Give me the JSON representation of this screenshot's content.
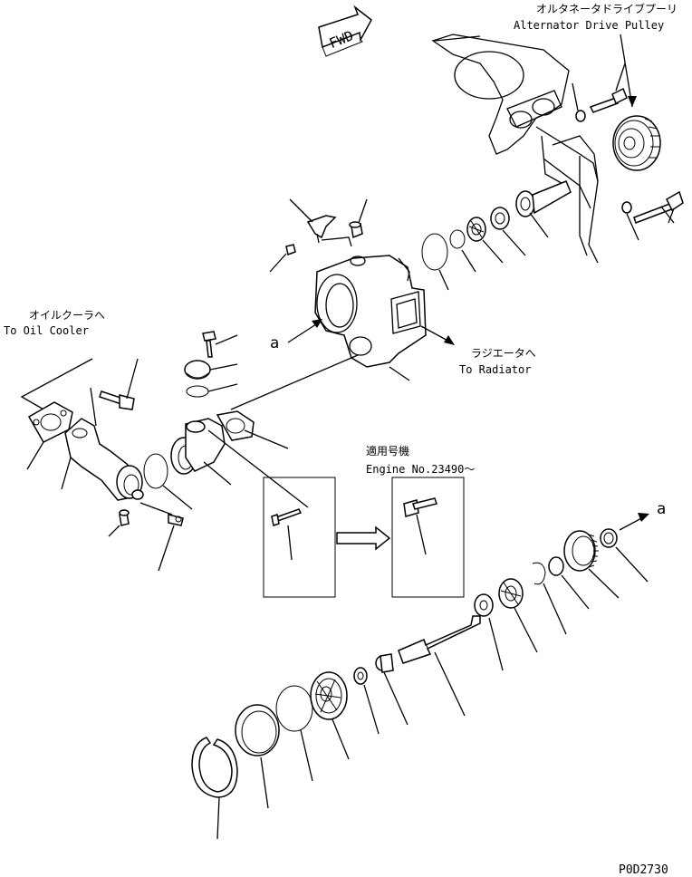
{
  "labels": {
    "fwd": "FWD",
    "alternator_jp": "オルタネータドライブプーリ",
    "alternator_en": "Alternator Drive Pulley",
    "oil_cooler_jp": "オイルクーラへ",
    "oil_cooler_en": "To Oil Cooler",
    "radiator_jp": "ラジエータへ",
    "radiator_en": "To Radiator",
    "applicable_jp": "適用号機",
    "engine_no": "Engine No.23490～",
    "ref_a_left": "a",
    "ref_a_right": "a",
    "drawing_no": "P0D2730"
  },
  "colors": {
    "line": "#000000",
    "background": "#ffffff"
  }
}
